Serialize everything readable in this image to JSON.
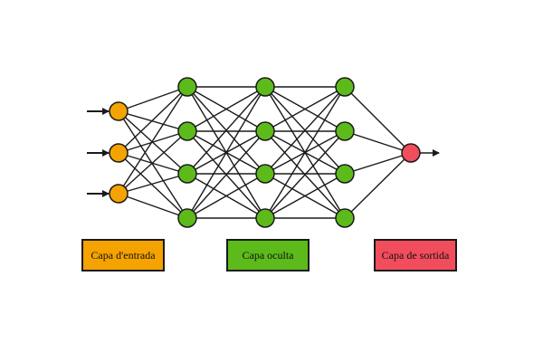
{
  "colors": {
    "input": "#f5a300",
    "hidden": "#5cbb1a",
    "output": "#f24d5d",
    "stroke": "#1a1a1a"
  },
  "network": {
    "layers": [
      {
        "role": "input",
        "count": 3
      },
      {
        "role": "hidden",
        "count": 4
      },
      {
        "role": "hidden",
        "count": 4
      },
      {
        "role": "hidden",
        "count": 4
      },
      {
        "role": "output",
        "count": 1
      }
    ],
    "input_arrows": 3,
    "output_arrows": 1
  },
  "legend": {
    "input_label": "Capa d'entrada",
    "hidden_label": "Capa oculta",
    "output_label": "Capa de sortida"
  }
}
